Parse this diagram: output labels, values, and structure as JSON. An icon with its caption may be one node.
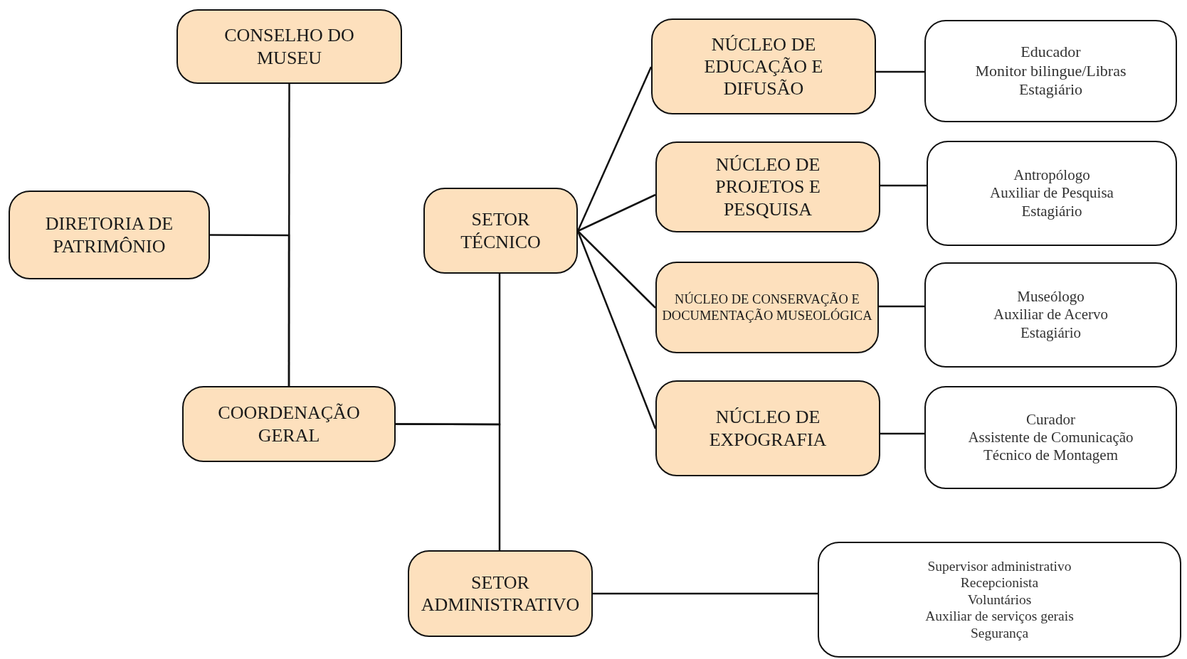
{
  "diagram": {
    "nodes": [
      {
        "text": [
          "CONSELHO DO MUSEU"
        ]
      },
      {
        "text": [
          "DIRETORIA DE PATRIMÔNIO"
        ]
      },
      {
        "text": [
          "COORDENAÇÃO GERAL"
        ]
      },
      {
        "text": [
          "SETOR TÉCNICO"
        ]
      },
      {
        "text": [
          "SETOR ADMINISTRATIVO"
        ]
      },
      {
        "text": [
          "NÚCLEO DE EDUCAÇÃO E DIFUSÃO"
        ]
      },
      {
        "text": [
          "Educador",
          "Monitor bilingue/Libras",
          "Estagiário"
        ]
      },
      {
        "text": [
          "NÚCLEO DE PROJETOS E PESQUISA"
        ]
      },
      {
        "text": [
          "Antropólogo",
          "Auxiliar de Pesquisa",
          "Estagiário"
        ]
      },
      {
        "text": [
          "NÚCLEO DE CONSERVAÇÃO E DOCUMENTAÇÃO MUSEOLÓGICA"
        ]
      },
      {
        "text": [
          "Museólogo",
          "Auxiliar de Acervo",
          "Estagiário"
        ]
      },
      {
        "text": [
          "NÚCLEO DE EXPOGRAFIA"
        ]
      },
      {
        "text": [
          "Curador",
          "Assistente de Comunicação",
          "Técnico de Montagem"
        ]
      },
      {
        "text": [
          "Supervisor administrativo",
          "Recepcionista",
          "Voluntários",
          "Auxiliar de serviços gerais",
          "Segurança"
        ]
      }
    ],
    "edges": [
      {
        "from": 0,
        "to": 2,
        "arrow": "none"
      },
      {
        "from": 1,
        "to": 2,
        "arrow": "none"
      },
      {
        "from": 2,
        "to": 3,
        "arrow": "none"
      },
      {
        "from": 2,
        "to": 4,
        "arrow": "none"
      },
      {
        "from": 3,
        "to": 5,
        "arrow": "none"
      },
      {
        "from": 3,
        "to": 7,
        "arrow": "none"
      },
      {
        "from": 3,
        "to": 9,
        "arrow": "none"
      },
      {
        "from": 3,
        "to": 11,
        "arrow": "none"
      },
      {
        "from": 5,
        "to": 6,
        "arrow": "none"
      },
      {
        "from": 7,
        "to": 8,
        "arrow": "none"
      },
      {
        "from": 9,
        "to": 10,
        "arrow": "none"
      },
      {
        "from": 11,
        "to": 12,
        "arrow": "none"
      },
      {
        "from": 4,
        "to": 13,
        "arrow": "none"
      }
    ]
  }
}
